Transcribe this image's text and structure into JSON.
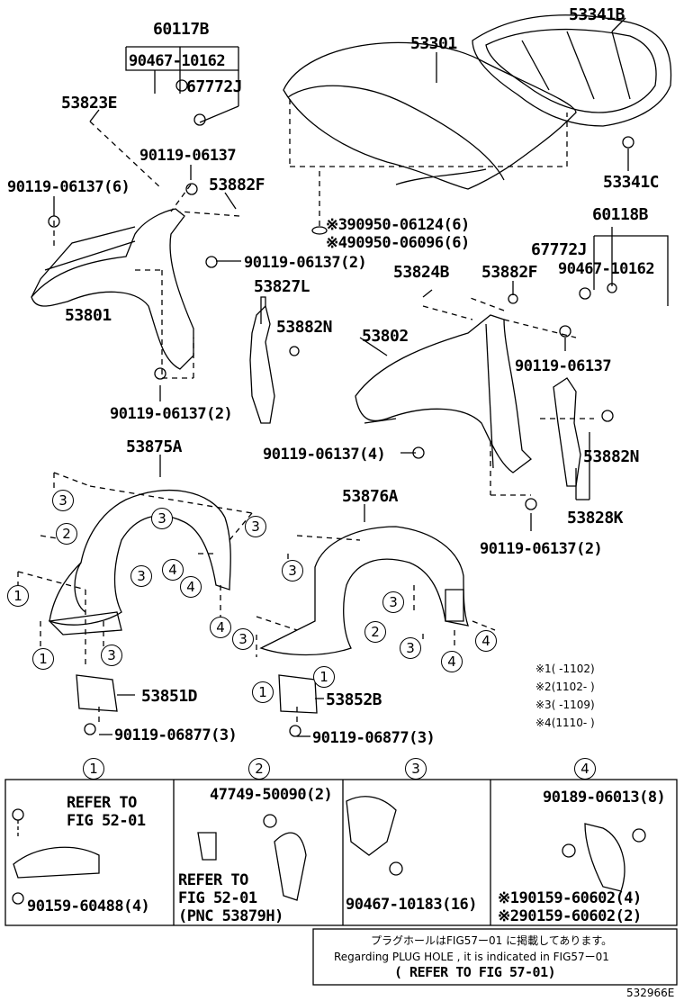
{
  "parts": {
    "p60117B": "60117B",
    "p90467_10162_a": "90467-10162",
    "p67772J_a": "67772J",
    "p53823E": "53823E",
    "p90119_06137_a": "90119-06137",
    "p90119_06137_6": "90119-06137(6)",
    "p53882F_a": "53882F",
    "p90119_06137_2a": "90119-06137(2)",
    "p53801": "53801",
    "p53827L": "53827L",
    "p53882N_a": "53882N",
    "p90119_06137_2b": "90119-06137(2)",
    "p53301": "53301",
    "p53341B": "53341B",
    "p53341C": "53341C",
    "p390950": "※390950-06124(6)",
    "p490950": "※490950-06096(6)",
    "p60118B": "60118B",
    "p67772J_b": "67772J",
    "p90467_10162_b": "90467-10162",
    "p53824B": "53824B",
    "p53882F_b": "53882F",
    "p53802": "53802",
    "p90119_06137_b": "90119-06137",
    "p90119_06137_4": "90119-06137(4)",
    "p53882N_b": "53882N",
    "p53828K": "53828K",
    "p90119_06137_2c": "90119-06137(2)",
    "p53875A": "53875A",
    "p53876A": "53876A",
    "p53851D": "53851D",
    "p53852B": "53852B",
    "p90119_06877_a": "90119-06877(3)",
    "p90119_06877_b": "90119-06877(3)"
  },
  "notes": {
    "n1": "※1(     -1102)",
    "n2": "※2(1102-     )",
    "n3": "※3(     -1109)",
    "n4": "※4(1110-     )"
  },
  "circles": {
    "c1": "1",
    "c2": "2",
    "c3": "3",
    "c4": "4"
  },
  "boxes": {
    "b1_refer": "REFER TO",
    "b1_fig": "FIG 52-01",
    "b1_part": "90159-60488(4)",
    "b2_part": "47749-50090(2)",
    "b2_refer": "REFER TO",
    "b2_fig": "FIG 52-01",
    "b2_pnc": "(PNC 53879H)",
    "b3_part": "90467-10183(16)",
    "b4_part": "90189-06013(8)",
    "b4_p1": "※190159-60602(4)",
    "b4_p2": "※290159-60602(2)"
  },
  "footer": {
    "jp": "プラグホールはFIG57ー01 に掲載してあります。",
    "en": "Regarding PLUG HOLE , it is indicated in FIG57ー01",
    "refer": "(  REFER TO FIG 57-01)",
    "code": "532966E"
  }
}
